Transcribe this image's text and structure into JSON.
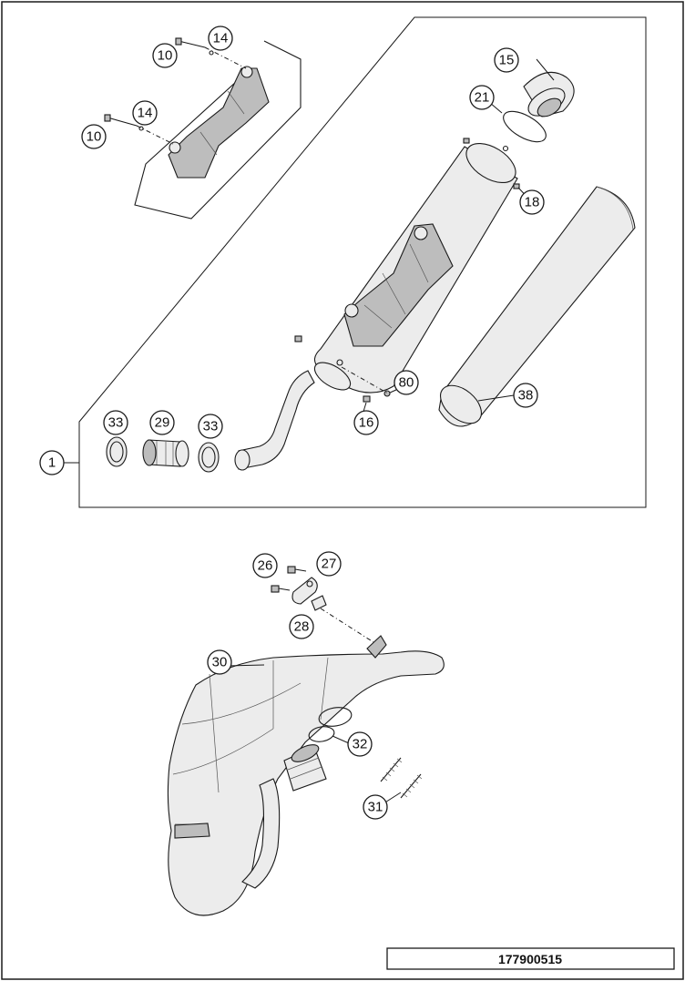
{
  "drawing_number": "177900515",
  "callouts": {
    "c1": "1",
    "c10a": "10",
    "c10b": "10",
    "c14a": "14",
    "c14b": "14",
    "c15": "15",
    "c16": "16",
    "c18": "18",
    "c21": "21",
    "c26": "26",
    "c27": "27",
    "c28": "28",
    "c29": "29",
    "c30": "30",
    "c31": "31",
    "c32": "32",
    "c33a": "33",
    "c33b": "33",
    "c38": "38",
    "c80": "80"
  }
}
